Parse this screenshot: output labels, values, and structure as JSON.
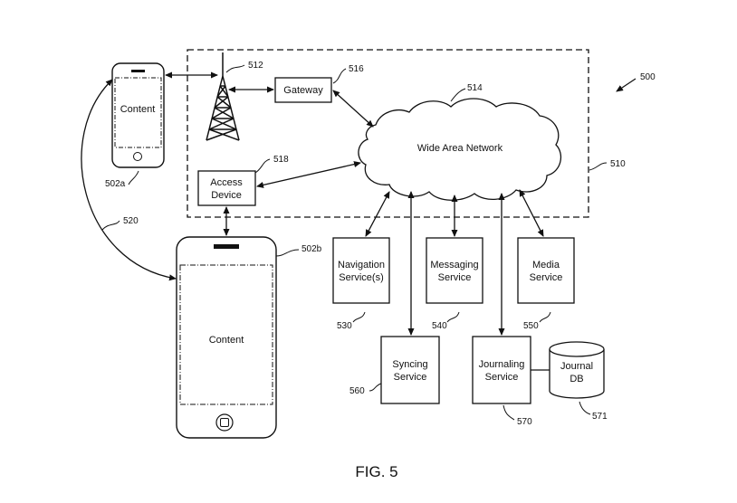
{
  "figure": {
    "ref_main": "500",
    "caption": "FIG. 5"
  },
  "nodes": {
    "phone_small": {
      "content": "Content",
      "ref": "502a"
    },
    "phone_large": {
      "content": "Content",
      "ref": "502b"
    },
    "tower": {
      "ref": "512"
    },
    "gateway": {
      "label": "Gateway",
      "ref": "516"
    },
    "access_device": {
      "line1": "Access",
      "line2": "Device",
      "ref": "518"
    },
    "wan": {
      "label": "Wide Area Network",
      "ref": "514"
    },
    "network_boundary": {
      "ref": "510"
    },
    "navigation": {
      "line1": "Navigation",
      "line2": "Service(s)",
      "ref": "530"
    },
    "messaging": {
      "line1": "Messaging",
      "line2": "Service",
      "ref": "540"
    },
    "media": {
      "line1": "Media",
      "line2": "Service",
      "ref": "550"
    },
    "syncing": {
      "line1": "Syncing",
      "line2": "Service",
      "ref": "560"
    },
    "journaling": {
      "line1": "Journaling",
      "line2": "Service",
      "ref": "570"
    },
    "journal_db": {
      "line1": "Journal",
      "line2": "DB",
      "ref": "571"
    },
    "device_link": {
      "ref": "520"
    }
  }
}
